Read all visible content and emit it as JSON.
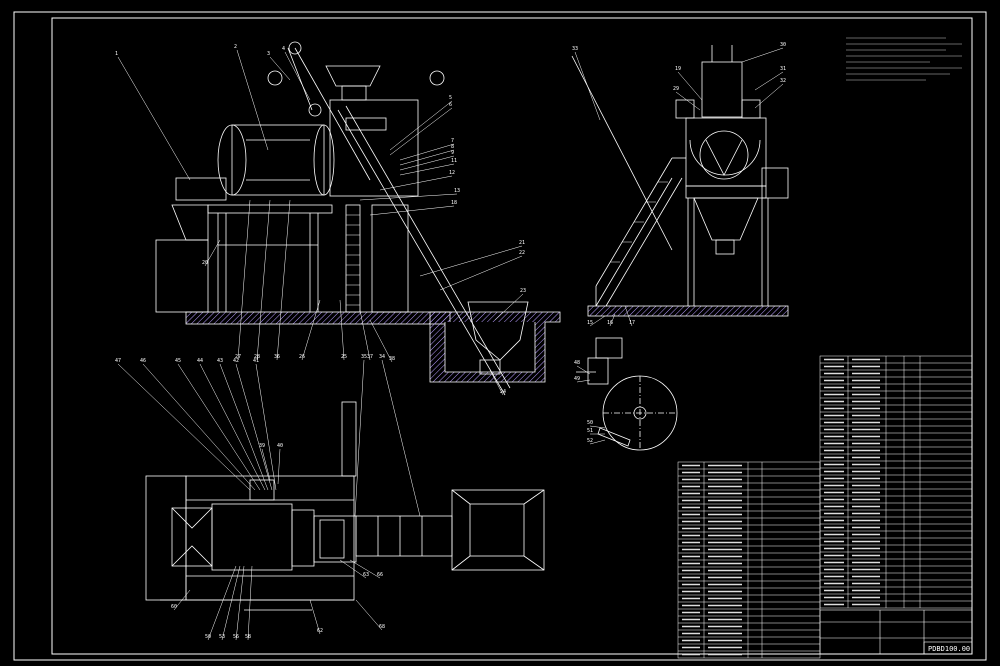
{
  "drawing": {
    "title_block_code": "PDBD100.00",
    "background": "#000000",
    "line_color": "#ffffff",
    "accent_color": "#ffff00",
    "hatch_color": "#c0a0ff"
  },
  "side_view": {
    "balloons": [
      "1",
      "2",
      "3",
      "4",
      "5",
      "6",
      "7",
      "8",
      "9",
      "11",
      "12",
      "13",
      "18",
      "20",
      "21",
      "22",
      "23",
      "24",
      "25",
      "26",
      "27",
      "28",
      "36",
      "37",
      "38"
    ]
  },
  "end_view": {
    "balloons": [
      "15",
      "16",
      "17",
      "19",
      "29",
      "30",
      "31",
      "32",
      "33"
    ]
  },
  "detail_view": {
    "balloons": [
      "48",
      "49",
      "50",
      "51",
      "52"
    ]
  },
  "plan_view": {
    "balloons_top": [
      "47",
      "46",
      "45",
      "44",
      "43",
      "42",
      "41",
      "39",
      "40",
      "34",
      "35"
    ],
    "balloons_bottom": [
      "50",
      "53",
      "56",
      "58",
      "60",
      "62",
      "63",
      "66",
      "68"
    ]
  }
}
